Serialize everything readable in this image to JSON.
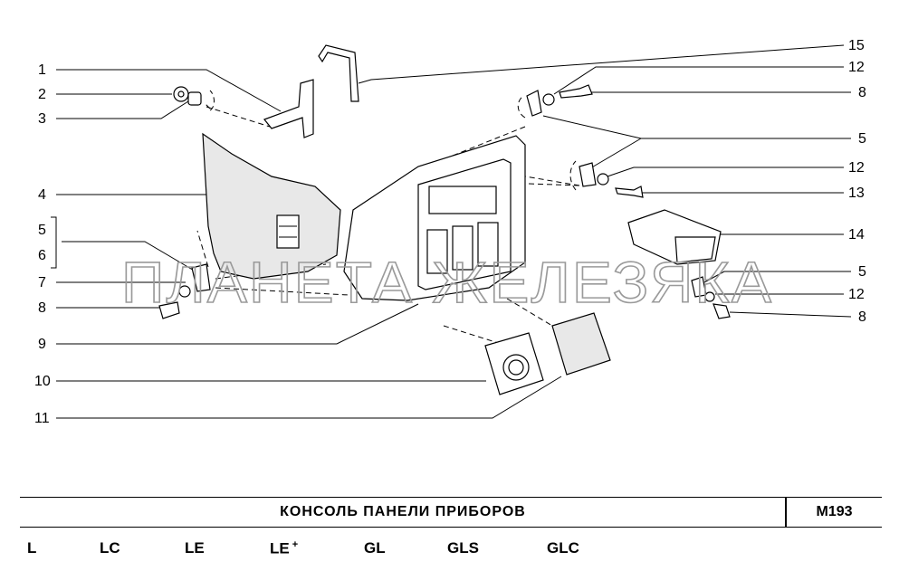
{
  "watermark": "ПЛАНЕТА ЖЕЛЕЗЯКА",
  "callouts": {
    "c1": "1",
    "c2": "2",
    "c3": "3",
    "c4": "4",
    "c5a": "5",
    "c6": "6",
    "c7": "7",
    "c8a": "8",
    "c9": "9",
    "c10": "10",
    "c11": "11",
    "c15": "15",
    "c12a": "12",
    "c8b": "8",
    "c5b": "5",
    "c12b": "12",
    "c13": "13",
    "c14": "14",
    "c5c": "5",
    "c12c": "12",
    "c8c": "8"
  },
  "title": "КОНСОЛЬ ПАНЕЛИ ПРИБОРОВ",
  "code": "М193",
  "versions": [
    {
      "label": "L",
      "sup": ""
    },
    {
      "label": "LC",
      "sup": ""
    },
    {
      "label": "LE",
      "sup": ""
    },
    {
      "label": "LE",
      "sup": "+"
    },
    {
      "label": "GL",
      "sup": ""
    },
    {
      "label": "GLS",
      "sup": ""
    },
    {
      "label": "GLC",
      "sup": ""
    }
  ]
}
